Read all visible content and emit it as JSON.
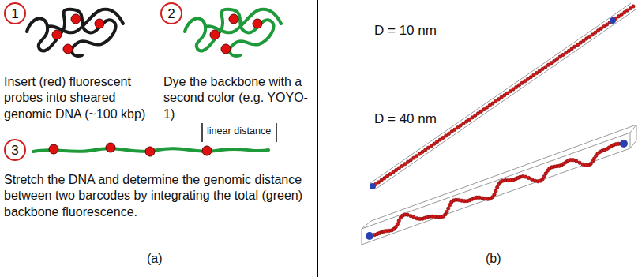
{
  "diagram": {
    "nodes": [
      {
        "text": [
          "1"
        ]
      },
      {
        "text": [
          "2"
        ]
      },
      {
        "text": [
          "3"
        ]
      }
    ],
    "labels": [
      "Insert (red) fluorescent probes into sheared genomic DNA (~100 kbp)",
      "Dye the backbone with a second color (e.g. YOYO-1)",
      "linear distance",
      "Stretch the DNA and determine the genomic distance between two barcodes by integrating the total (green) backbone fluorescence.",
      "(a)",
      "D = 10 nm",
      "D = 40 nm",
      "(b)"
    ]
  }
}
